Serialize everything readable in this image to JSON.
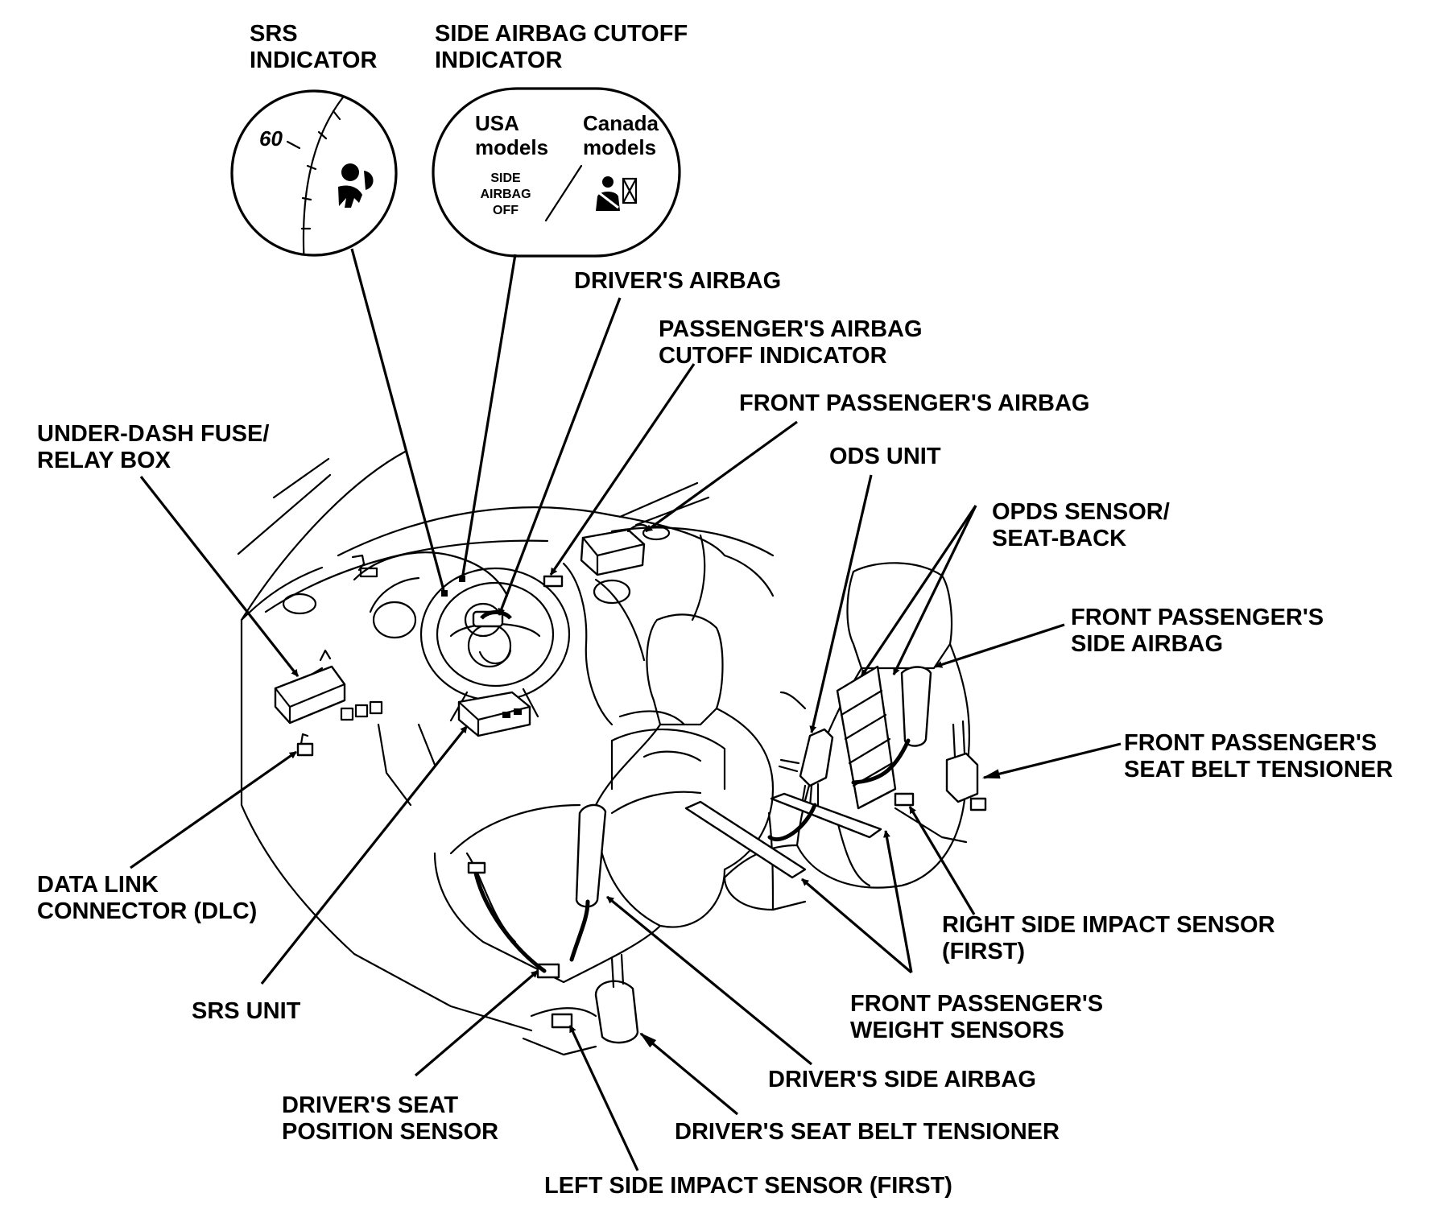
{
  "labels": {
    "srs_indicator": [
      "SRS",
      "INDICATOR"
    ],
    "side_airbag_cutoff_indicator": [
      "SIDE AIRBAG CUTOFF",
      "INDICATOR"
    ],
    "drivers_airbag": "DRIVER'S AIRBAG",
    "passengers_airbag_cutoff_indicator": [
      "PASSENGER'S AIRBAG",
      "CUTOFF INDICATOR"
    ],
    "front_passengers_airbag": "FRONT PASSENGER'S AIRBAG",
    "under_dash_fuse_relay_box": [
      "UNDER-DASH FUSE/",
      "RELAY BOX"
    ],
    "ods_unit": "ODS UNIT",
    "opds_sensor_seat_back": [
      "OPDS SENSOR/",
      "SEAT-BACK"
    ],
    "front_passengers_side_airbag": [
      "FRONT PASSENGER'S",
      "SIDE AIRBAG"
    ],
    "front_passengers_seat_belt_tensioner": [
      "FRONT PASSENGER'S",
      "SEAT BELT TENSIONER"
    ],
    "data_link_connector": [
      "DATA LINK",
      "CONNECTOR (DLC)"
    ],
    "right_side_impact_sensor": [
      "RIGHT SIDE IMPACT SENSOR",
      "(FIRST)"
    ],
    "srs_unit": "SRS UNIT",
    "front_passengers_weight_sensors": [
      "FRONT PASSENGER'S",
      "WEIGHT SENSORS"
    ],
    "drivers_side_airbag": "DRIVER'S SIDE AIRBAG",
    "drivers_seat_position_sensor": [
      "DRIVER'S SEAT",
      "POSITION SENSOR"
    ],
    "drivers_seat_belt_tensioner": "DRIVER'S SEAT BELT TENSIONER",
    "left_side_impact_sensor": "LEFT SIDE IMPACT SENSOR (FIRST)"
  },
  "insets": {
    "speedometer_tick": "60",
    "usa_models": [
      "USA",
      "models"
    ],
    "canada_models": [
      "Canada",
      "models"
    ],
    "side_airbag_off_text": [
      "SIDE",
      "AIRBAG",
      "OFF"
    ]
  },
  "icons": {
    "srs_indicator_symbol": "airbag-person-icon",
    "canada_cutoff_symbol": "seatbelt-person-crossed-icon"
  }
}
